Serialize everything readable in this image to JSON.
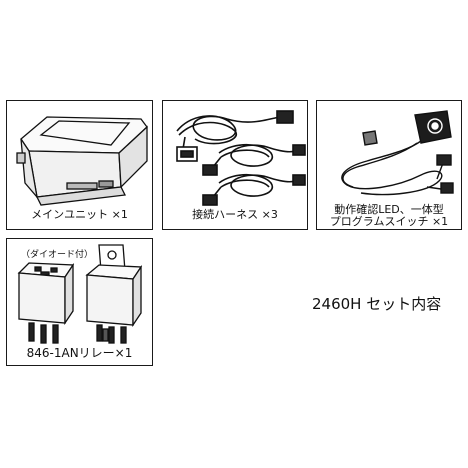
{
  "items": [
    {
      "label": "メインユニット ×1"
    },
    {
      "label": "接続ハーネス ×3"
    },
    {
      "label_line1": "動作確認LED、一体型",
      "label_line2": "プログラムスイッチ ×1"
    },
    {
      "note": "（ダイオード付）",
      "label": "846-1ANリレー×1"
    }
  ],
  "set_title": "2460H セット内容"
}
